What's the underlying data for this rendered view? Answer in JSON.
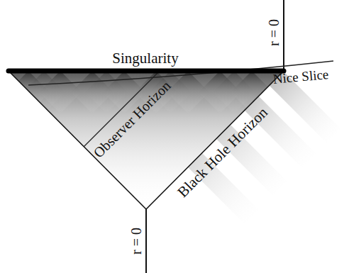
{
  "diagram": {
    "labels": [
      "Singularity",
      "r = 0",
      "r = 0",
      "Observer Horizon",
      "Black Hole Horizon",
      "Nice Slice"
    ]
  }
}
